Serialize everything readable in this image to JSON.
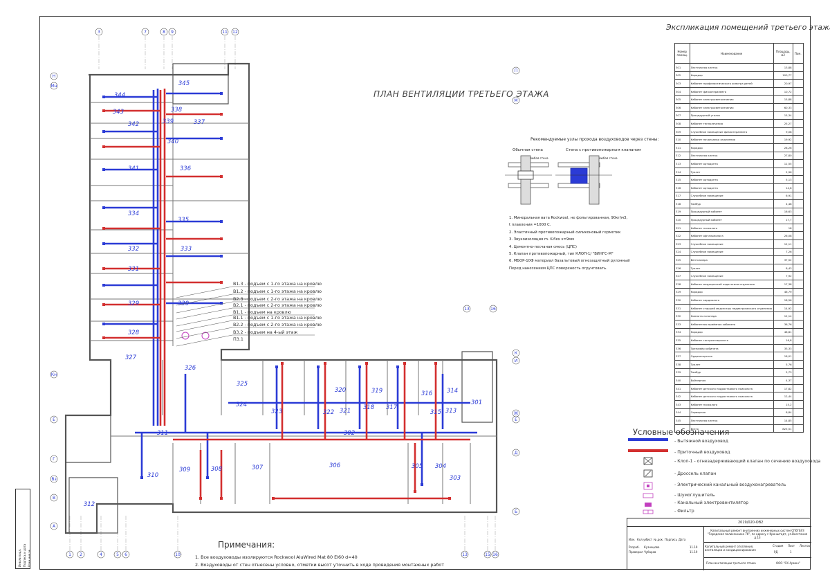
{
  "plan_title": "ПЛАН ВЕНТИЛЯЦИИ ТРЕТЬЕГО ЭТАЖА",
  "explication": {
    "title": "Экспликация помещений третьего этажа",
    "headers": [
      "Номер помещ.",
      "Наименование",
      "Площадь, м2",
      "Пом."
    ],
    "rows": [
      [
        "301",
        "Лестничная клетка",
        "13,88"
      ],
      [
        "302",
        "Коридор",
        "100,77"
      ],
      [
        "303",
        "Кабинет профилактического осмотра детей",
        "20,97"
      ],
      [
        "304",
        "Кабинет физиотерапевта",
        "10,72"
      ],
      [
        "305",
        "Кабинет электросветолечения",
        "15,88"
      ],
      [
        "306",
        "Кабинет электросветолечения",
        "60,33"
      ],
      [
        "307",
        "Процедурный уголок",
        "15,34"
      ],
      [
        "308",
        "Кабинет теплолечения",
        "25,27"
      ],
      [
        "309",
        "Служебное помещение физиотерапевта",
        "9,08"
      ],
      [
        "310",
        "Кабинет начальника отделения",
        "19,92"
      ],
      [
        "311",
        "Коридор",
        "28,26"
      ],
      [
        "312",
        "Лестничная клетка",
        "27,80"
      ],
      [
        "313",
        "Кабинет ортодонта",
        "11,55"
      ],
      [
        "314",
        "Туалет",
        "2,96"
      ],
      [
        "315",
        "Кабинет ортодонта",
        "5,13"
      ],
      [
        "316",
        "Кабинет ортодонта",
        "14,8"
      ],
      [
        "317",
        "Служебное помещение",
        "6,91"
      ],
      [
        "318",
        "Тамбур",
        "4,48"
      ],
      [
        "319",
        "Процедурный кабинет",
        "16,63"
      ],
      [
        "320",
        "Процедурный кабинет",
        "17,7"
      ],
      [
        "321",
        "Кабинет психолога",
        "18"
      ],
      [
        "322",
        "Кабинет офтальмолога",
        "26,08"
      ],
      [
        "323",
        "Служебное помещение",
        "12,11"
      ],
      [
        "324",
        "Служебное помещение",
        "7,26"
      ],
      [
        "325",
        "Венткамера",
        "37,52"
      ],
      [
        "326",
        "Туалет",
        "8,43"
      ],
      [
        "327",
        "Служебное помещение",
        "7,92"
      ],
      [
        "328",
        "Кабинет медицинской педагогики отделения",
        "17,38"
      ],
      [
        "329",
        "Коридор",
        "46,79"
      ],
      [
        "330",
        "Кабинет кардиолога",
        "18,56"
      ],
      [
        "331",
        "Кабинет старшей медсестры педиатрического отделения",
        "14,92"
      ],
      [
        "332",
        "Комната логопеда",
        "12,14"
      ],
      [
        "333",
        "Кабинетная приёмная кабинета",
        "36,76"
      ],
      [
        "334",
        "Коридор",
        "48,81"
      ],
      [
        "335",
        "Кабинет гастроэнтеролога",
        "16,8"
      ],
      [
        "336",
        "Тренажёр кабинета",
        "33,33"
      ],
      [
        "337",
        "Ординаторская",
        "18,01"
      ],
      [
        "338",
        "Туалет",
        "5,76"
      ],
      [
        "339",
        "Тамбур",
        "5,73"
      ],
      [
        "340",
        "Бойлерная",
        "4,37"
      ],
      [
        "341",
        "Кабинет детского подросткового психолога",
        "17,82"
      ],
      [
        "342",
        "Кабинет детского подросткового психолога",
        "12,44"
      ],
      [
        "343",
        "Кабинет психолога",
        "15,2"
      ],
      [
        "344",
        "Серверная",
        "8,84"
      ],
      [
        "345",
        "Лестничная клетка",
        "14,85"
      ],
      [
        "",
        "Всего",
        "825,51"
      ]
    ]
  },
  "wall_passage": {
    "title": "Рекомендуемые узлы прохода воздуховодов через стены:",
    "normal_wall": "Обычная стена",
    "fire_wall": "Стена с противопожарным клапаном",
    "wall_tag": "любая стена",
    "materials": [
      "1. Минеральная вата Rockwool, не фольгированная, 90кг/м3,",
      "t плавления =1000 С.",
      "2. Эластичный противопожарный силиконовый герметик",
      "3. Звукоизоляция m. K-flex s=9мм",
      "4. Цементно-песчаная смесь (ЦПС)",
      "5. Клапан противопожарный, тип КЛОП-1/ \"ВИНГС-М\"",
      "6. МБОР-10Ф материал базальтовый огнезащитный рулонный",
      "Перед нанесением ЦПС поверхность огрунтовать."
    ]
  },
  "risers": [
    "В1.3 - подъем с 1-го этажа на кровлю",
    "В1.2 - подъем с 1-го этажа на кровлю",
    "В2.3 - подъем с 2-го этажа на кровлю",
    "В2.1 - подъем с 2-го этажа на кровлю",
    "В1.1 - подъем на кровлю",
    "В1.1 - подъем с 1-го этажа на кровлю",
    "В2.2 - подъем с 2-го этажа на кровлю",
    "В3.2 - подъем на 4-ый этаж"
  ],
  "riser_tag": "П3.1",
  "legend": {
    "title": "Условные обозначения",
    "items": [
      {
        "label": "- Вытяжной воздуховод",
        "color": "#2b3bd6"
      },
      {
        "label": "- Приточный воздуховод",
        "color": "#d32f2f"
      },
      {
        "label": "- Клоп-1 - огнезадерживающий клапан по сечению воздуховода",
        "color": "#333333"
      },
      {
        "label": "- Дроссель клапан",
        "color": "#333333"
      },
      {
        "label": "- Электрический канальный воздухонагреватель",
        "color": "#c23fbf"
      },
      {
        "label": "- Шумоглушитель",
        "color": "#c23fbf"
      },
      {
        "label": "- Канальный электровентилятор",
        "color": "#c23fbf"
      },
      {
        "label": "- Фильтр",
        "color": "#c23fbf"
      }
    ]
  },
  "notes": {
    "title": "Примечания:",
    "items": [
      "1. Все воздуховоды изолируются Rockwool AluWired Mat 80 EI60 d=40",
      "2. Воздуховоды от стен отнесены условно, отметки высот уточнить в ходе проведения монтажных работ"
    ]
  },
  "title_block": {
    "code": "2019/020-ОВ2",
    "project": "Капитальный ремонт внутренних инженерных систем СПбГБУЗ \"Городская поликлиника 76\", по адресу г.Кронштадт, ул.Восстания д.13",
    "section": "Капитальный ремонт отопления, вентиляции и кондиционирования",
    "sheet_name": "План вентиляции третьего этажа",
    "company": "ООО \"СК Армон\"",
    "stage_label": "Стадия",
    "sheet_label": "Лист",
    "sheets_label": "Листов",
    "stage": "РД",
    "sheet": "1",
    "col_headers": [
      "Изм.",
      "Кол.уч.",
      "Лист",
      "№ док.",
      "Подпись",
      "Дата"
    ],
    "roles": [
      {
        "role": "Разраб.",
        "name": "Кузнецова",
        "date": "11.19"
      },
      {
        "role": "Проверил",
        "name": "Чубаров",
        "date": "11.19"
      }
    ]
  },
  "side_stamp": [
    "Инв.№ подл.",
    "Подпись и дата",
    "Взам.инв.№"
  ],
  "axes_top": [
    "3",
    "7",
    "8",
    "9",
    "11",
    "12"
  ],
  "axes_bottom": [
    "1",
    "2",
    "4",
    "5",
    "6",
    "10",
    "13",
    "15",
    "16"
  ],
  "axes_left": [
    "Н",
    "Мн",
    "Кн",
    "Е",
    "Г",
    "Вз",
    "В",
    "А"
  ],
  "axes_right": [
    "П",
    "М",
    "К",
    "И",
    "Ж",
    "Е",
    "Д",
    "Б"
  ],
  "axes_right_top": [
    "13",
    "16"
  ],
  "rooms": [
    "345",
    "344",
    "343",
    "342",
    "341",
    "340",
    "339",
    "338",
    "337",
    "336",
    "335",
    "334",
    "333",
    "332",
    "331",
    "330",
    "329",
    "328",
    "327",
    "326",
    "325",
    "324",
    "323",
    "322",
    "321",
    "320",
    "319",
    "318",
    "317",
    "316",
    "315",
    "314",
    "313",
    "312",
    "311",
    "310",
    "309",
    "308",
    "307",
    "306",
    "305",
    "304",
    "303",
    "302",
    "301"
  ],
  "colors": {
    "exhaust": "#2b3bd6",
    "supply": "#d32f2f",
    "equipment": "#c23fbf",
    "wall": "#555555",
    "text": "#333333"
  }
}
